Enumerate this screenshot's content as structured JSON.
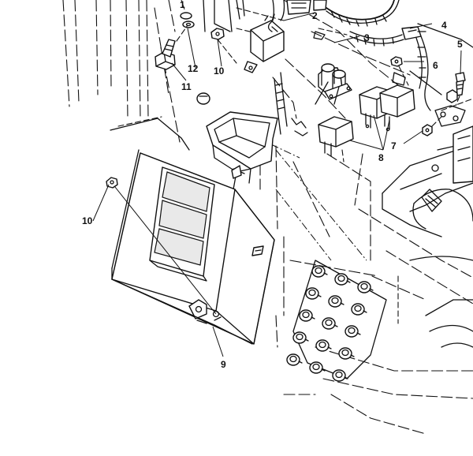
{
  "figure": {
    "background": "#ffffff",
    "ink": "#111111"
  },
  "callouts": {
    "c1": "1",
    "c2": "2",
    "c3": "3",
    "c4": "4",
    "c5": "5",
    "c6": "6",
    "c7": "7",
    "c8": "8",
    "c9": "9",
    "c10a": "10",
    "c10b": "10",
    "c11": "11",
    "c12": "12"
  }
}
